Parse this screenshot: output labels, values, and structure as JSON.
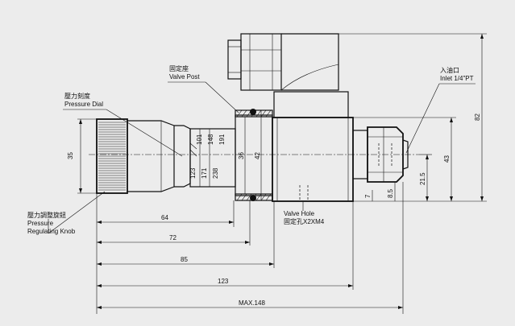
{
  "labels": {
    "valve_post_cn": "固定座",
    "valve_post_en": "Valve Post",
    "dial_cn": "壓力刻度",
    "dial_en": "Pressure Dial",
    "knob_cn": "壓力調整旋鈕",
    "knob_en1": "Pressure",
    "knob_en2": "Regulating Knob",
    "inlet_cn": "入油口",
    "inlet_en": "Inlet 1/4\"PT",
    "hole_en": "Valve Hole",
    "hole_cn": "固定孔X2XM4"
  },
  "dims": {
    "d35": "35",
    "d123a": "123",
    "d171": "171",
    "d238": "238",
    "d101": "101",
    "d148": "148",
    "d191": "191",
    "d36": "36",
    "d42": "42",
    "d43": "43",
    "d82": "82",
    "d21_5": "21.5",
    "d8_5": "8.5",
    "d7": "7",
    "d64": "64",
    "d72": "72",
    "d85": "85",
    "d123": "123",
    "dmax": "MAX.148"
  }
}
